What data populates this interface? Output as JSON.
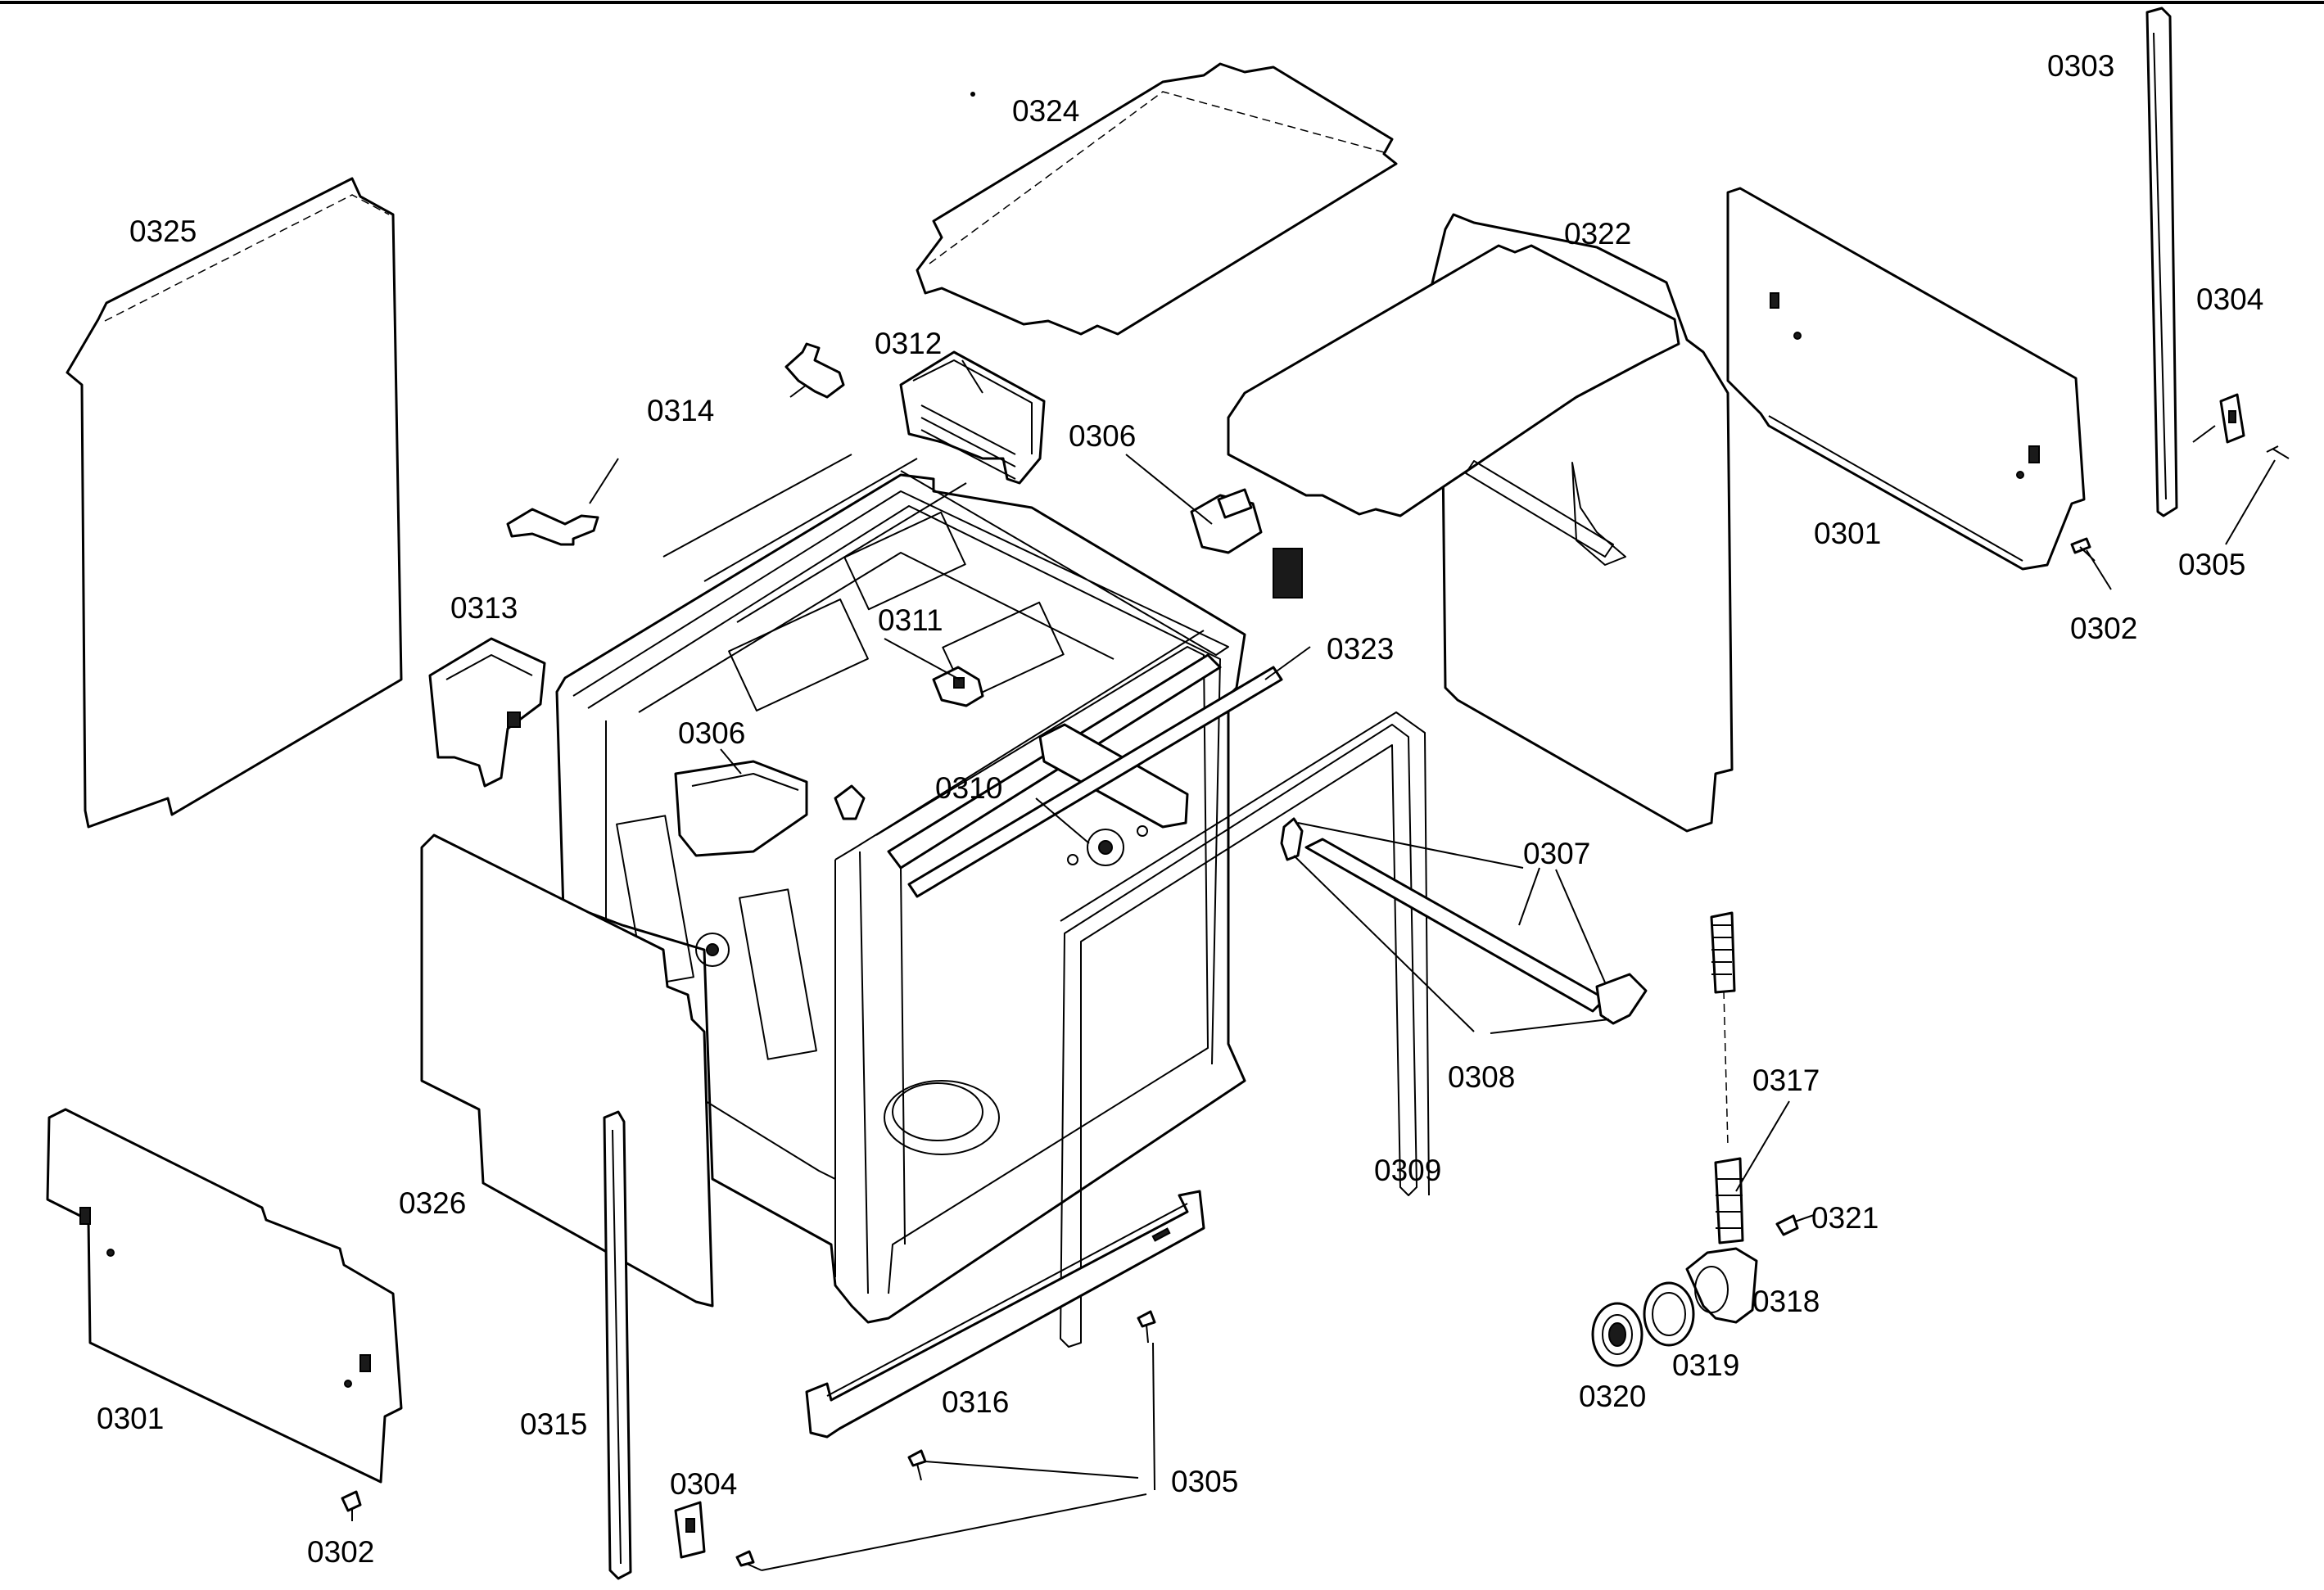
{
  "labels": {
    "l0325": "0325",
    "l0324": "0324",
    "l0322": "0322",
    "l0303": "0303",
    "l0304_top": "0304",
    "l0305_top": "0305",
    "l0301_right": "0301",
    "l0302_top": "0302",
    "l0312": "0312",
    "l0314": "0314",
    "l0306_top": "0306",
    "l0313": "0313",
    "l0311": "0311",
    "l0323": "0323",
    "l0306_mid": "0306",
    "l0310": "0310",
    "l0307": "0307",
    "l0308": "0308",
    "l0309": "0309",
    "l0317": "0317",
    "l0321": "0321",
    "l0318": "0318",
    "l0319": "0319",
    "l0320": "0320",
    "l0326": "0326",
    "l0301_left": "0301",
    "l0302_bottom": "0302",
    "l0315": "0315",
    "l0304_bottom": "0304",
    "l0316": "0316",
    "l0305_bottom": "0305"
  }
}
